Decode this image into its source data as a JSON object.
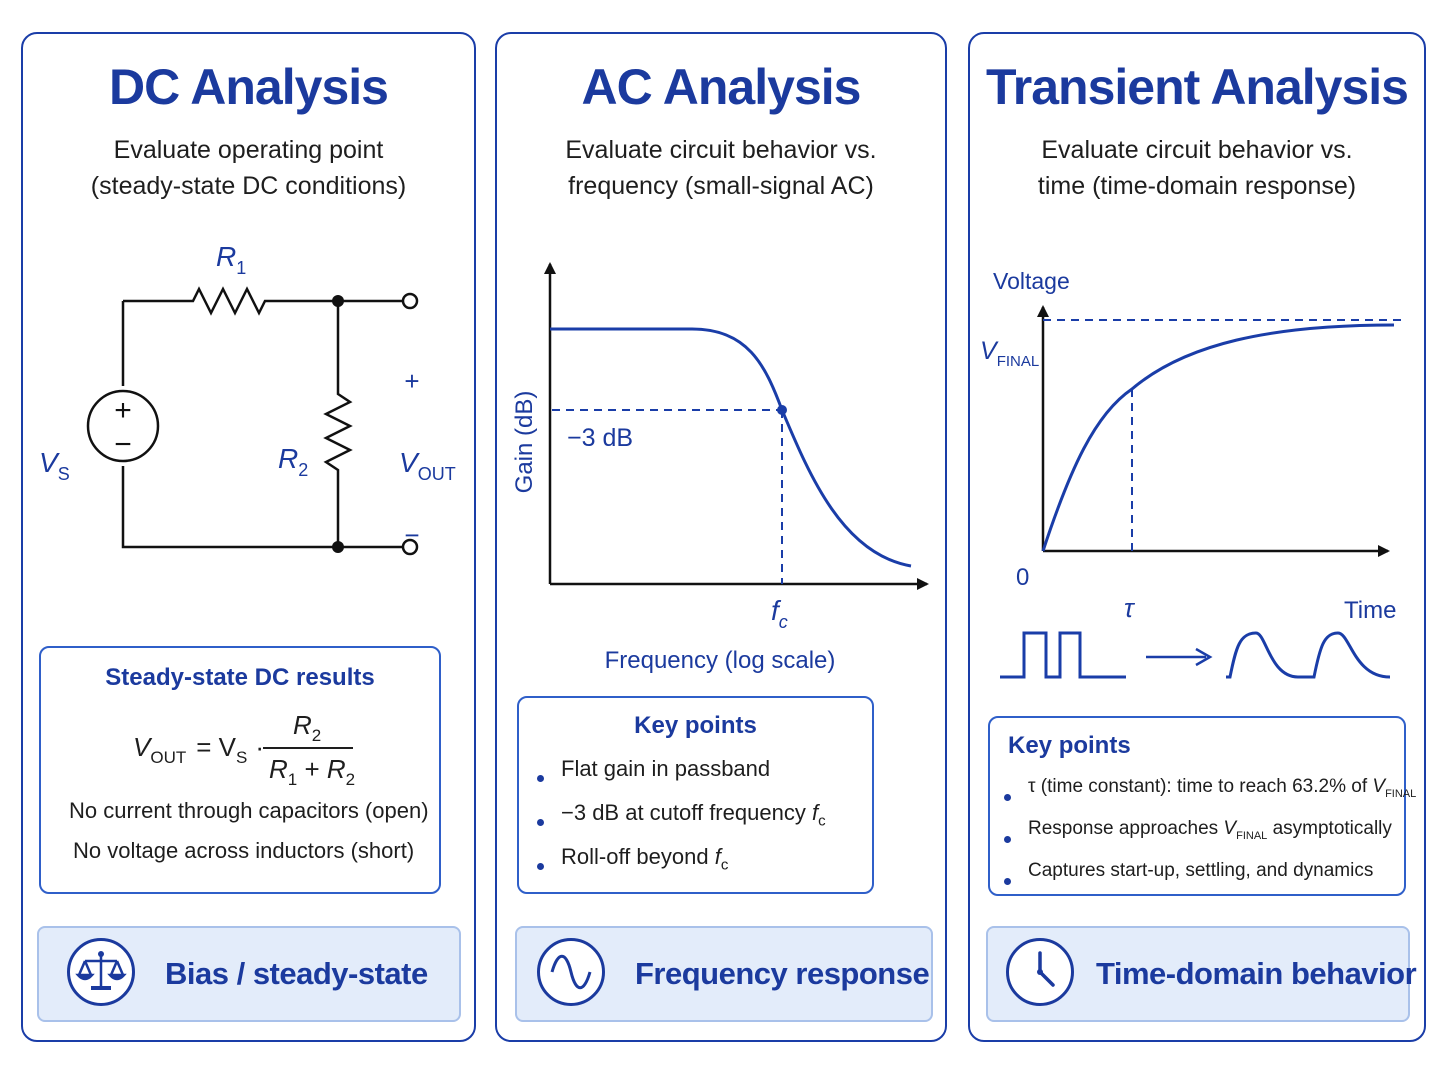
{
  "panels": {
    "dc": {
      "title": "DC Analysis",
      "subtitle_1": "Evaluate operating point",
      "subtitle_2": "(steady-state DC conditions)",
      "circuit": {
        "r1": "R",
        "r1_sub": "1",
        "r2": "R",
        "r2_sub": "2",
        "vs": "V",
        "vs_sub": "S",
        "vout": "V",
        "vout_sub": "OUT",
        "plus": "+",
        "minus": "−",
        "src_plus": "+",
        "src_minus": "−"
      },
      "results": {
        "title": "Steady-state DC results",
        "eq_lhs": "V",
        "eq_lhs_sub": "OUT",
        "eq_mid": "=  V",
        "eq_mid_sub": "S",
        "eq_dot": "·",
        "eq_num": "R",
        "eq_num_sub": "2",
        "eq_den_a": "R",
        "eq_den_a_sub": "1",
        "eq_den_plus": " + ",
        "eq_den_b": "R",
        "eq_den_b_sub": "2",
        "line_1": "No current through capacitors (open)",
        "line_2": "No voltage across inductors (short)"
      },
      "footer": {
        "label": "Bias / steady-state",
        "icon": "balance-scale-icon"
      }
    },
    "ac": {
      "title": "AC Analysis",
      "subtitle_1": "Evaluate circuit behavior vs.",
      "subtitle_2": "frequency (small-signal AC)",
      "graph": {
        "ylabel": "Gain (dB)",
        "xlabel": "Frequency (log scale)",
        "marker_label": "−3 dB",
        "fc": "f",
        "fc_sub": "c"
      },
      "key_points": {
        "title": "Key points",
        "items": [
          {
            "text": "Flat gain in passband",
            "math": "",
            "math_sub": ""
          },
          {
            "text": "−3 dB at cutoff frequency ",
            "math": "f",
            "math_sub": "c"
          },
          {
            "text": "Roll-off beyond ",
            "math": "f",
            "math_sub": "c"
          }
        ]
      },
      "footer": {
        "label": "Frequency response",
        "icon": "sine-wave-icon"
      }
    },
    "transient": {
      "title": "Transient Analysis",
      "subtitle_1": "Evaluate circuit behavior vs.",
      "subtitle_2": "time (time-domain response)",
      "graph": {
        "ylabel": "Voltage",
        "vfinal": "V",
        "vfinal_sub": "FINAL",
        "zero": "0",
        "tau": "τ",
        "xlabel": "Time"
      },
      "key_points": {
        "title": "Key points",
        "items": [
          {
            "pre": "τ (time constant): time to reach 63.2% of ",
            "math": "V",
            "math_sub": "FINAL",
            "post": ""
          },
          {
            "pre": "Response approaches ",
            "math": "V",
            "math_sub": "FINAL",
            "post": " asymptotically"
          },
          {
            "pre": "Captures start-up, settling, and dynamics",
            "math": "",
            "math_sub": "",
            "post": ""
          }
        ]
      },
      "footer": {
        "label": "Time-domain behavior",
        "icon": "clock-icon"
      }
    }
  },
  "colors": {
    "accent": "#1b3a9e",
    "curve": "#1a3da8",
    "border": "#1a3da8",
    "footer_bg": "#e3ecfa",
    "text": "#1e1e1e"
  }
}
